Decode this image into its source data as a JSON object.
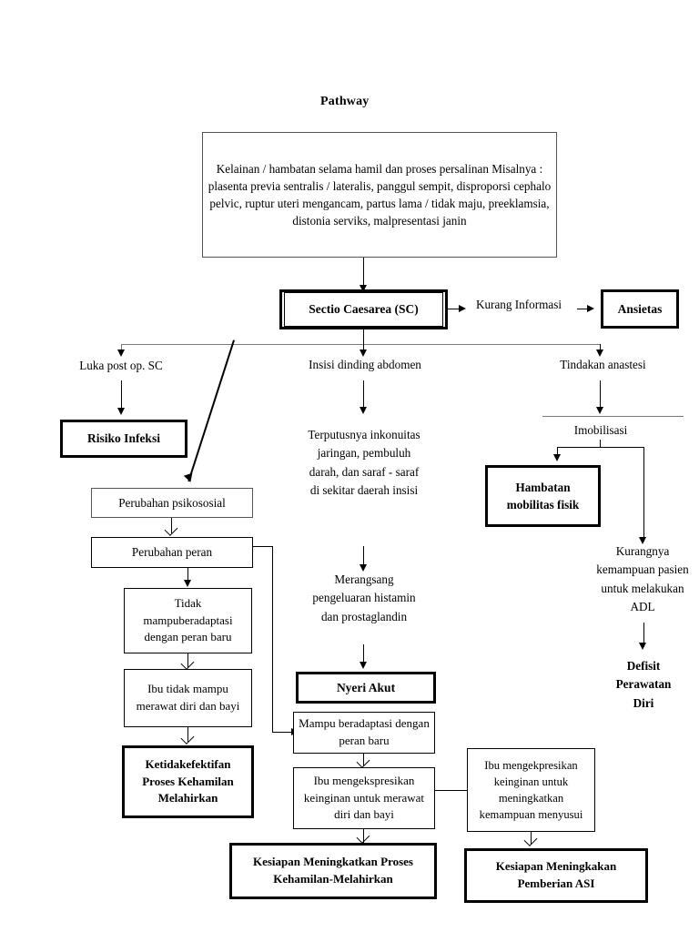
{
  "title": "Pathway",
  "nodes": {
    "causes": "Kelainan / hambatan selama hamil dan proses persalinan\nMisalnya : plasenta previa sentralis / lateralis, panggul\nsempit, disproporsi cephalo pelvic, ruptur uteri\nmengancam, partus lama / tidak maju, preeklamsia,\ndistonia serviks, malpresentasi janin",
    "sectio_caesarea": "Sectio Caesarea (SC)",
    "kurang_informasi": "Kurang Informasi",
    "ansietas": "Ansietas",
    "luka_post_op": "Luka post op. SC",
    "insisi_dinding": "Insisi dinding abdomen",
    "tindakan_anastesi": "Tindakan anastesi",
    "risiko_infeksi": "Risiko Infeksi",
    "imobilisasi": "Imobilisasi",
    "hambatan_mobilitas": "Hambatan\nmobilitas fisik",
    "terputusnya": "Terputusnya inkonuitas\njaringan, pembuluh\ndarah, dan saraf - saraf\ndi sekitar daerah insisi",
    "perubahan_psikososial": "Perubahan psikososial",
    "perubahan_peran": "Perubahan peran",
    "tidak_mampu_adaptasi": "Tidak\nmampuberadaptasi\ndengan peran baru",
    "ibu_tidak_mampu": "Ibu tidak mampu\nmerawat diri dan\nbayi",
    "ketidakefektifan": "Ketidakefektifan\nProses Kehamilan\nMelahirkan",
    "merangsang": "Merangsang\npengeluaran histamin\ndan prostaglandin",
    "nyeri_akut": "Nyeri Akut",
    "kurangnya_kemampuan": "Kurangnya\nkemampuan pasien\nuntuk melakukan\nADL",
    "defisit_perawatan": "Defisit\nPerawatan\nDiri",
    "mampu_beradaptasi": "Mampu beradaptasi\ndengan peran baru",
    "ibu_mengekspresikan_rawat": "Ibu mengekspresikan\nkeinginan untuk\nmerawat diri dan bayi",
    "ibu_mengekpresikan_asi": "Ibu mengekpresikan\nkeinginan untuk\nmeningkatkan\nkemampuan\nmenyusui",
    "kesiapan_kehamilan": "Kesiapan Meningkatkan Proses\nKehamilan-Melahirkan",
    "kesiapan_asi": "Kesiapan Meningkakan\nPemberian ASI"
  },
  "colors": {
    "stroke": "#000000",
    "faint_stroke": "#7a7a7a",
    "background": "#ffffff"
  }
}
